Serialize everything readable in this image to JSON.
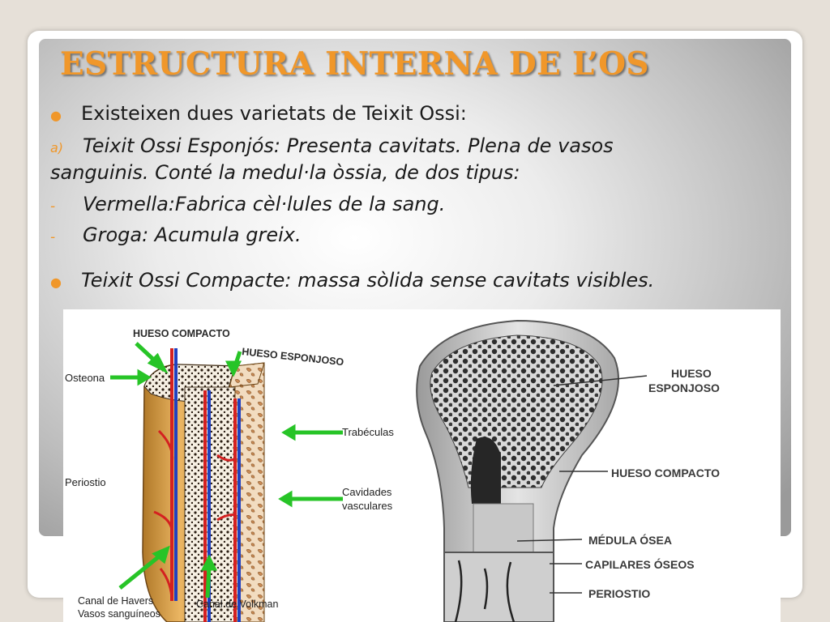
{
  "slide": {
    "title": "ESTRUCTURA INTERNA DE L’OS",
    "line1": "Existeixen dues varietats de Teixit Ossi:",
    "line2_marker": "a)",
    "line2": "Teixit Ossi Esponjós: Presenta cavitats. Plena de vasos",
    "line3": "sanguinis. Conté la medul·la òssia, de dos tipus:",
    "line4_marker": "-",
    "line4": "Vermella:Fabrica cèl·lules de la sang.",
    "line5_marker": "-",
    "line5": "Groga: Acumula greix.",
    "line6": "Teixit Ossi Compacte: massa sòlida sense cavitats visibles."
  },
  "figure_left": {
    "hueso_compacto": "HUESO COMPACTO",
    "hueso_esponjoso": "HUESO ESPONJOSO",
    "osteona": "Osteona",
    "periostio": "Periostio",
    "trabeculas": "Trabéculas",
    "cavidades_1": "Cavidades",
    "cavidades_2": "vasculares",
    "canal_havers": "Canal de Havers",
    "vasos": "Vasos sanguíneos",
    "canal_volkman": "Canal de Volkman"
  },
  "figure_right": {
    "hueso_1": "HUESO",
    "esponjoso": "ESPONJOSO",
    "compacto": "HUESO COMPACTO",
    "medula": "MÉDULA ÓSEA",
    "capilares": "CAPILARES ÓSEOS",
    "periostio": "PERIOSTIO"
  },
  "colors": {
    "accent": "#f0972a",
    "arrow": "#27c427",
    "bone": "#e8a444",
    "vessel_red": "#d42020",
    "vessel_blue": "#2040c0"
  }
}
